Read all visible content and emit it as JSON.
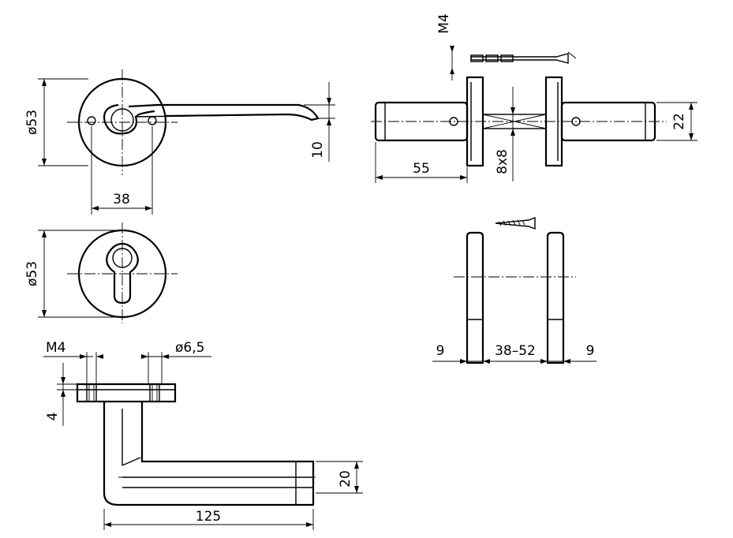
{
  "dimensions": {
    "rose_diameter_top": "ø53",
    "rose_diameter_bottom": "ø53",
    "lever_offset": "10",
    "center_distance": "38",
    "lever_length": "125",
    "lever_height": "20",
    "rose_height": "4",
    "screw_thread": "M4",
    "screw_diameter": "ø6,5",
    "bolt_thread": "M4",
    "grip_length": "55",
    "grip_diameter": "22",
    "spindle": "8x8",
    "rose_thickness_left": "9",
    "door_thickness": "38–52",
    "rose_thickness_right": "9"
  }
}
